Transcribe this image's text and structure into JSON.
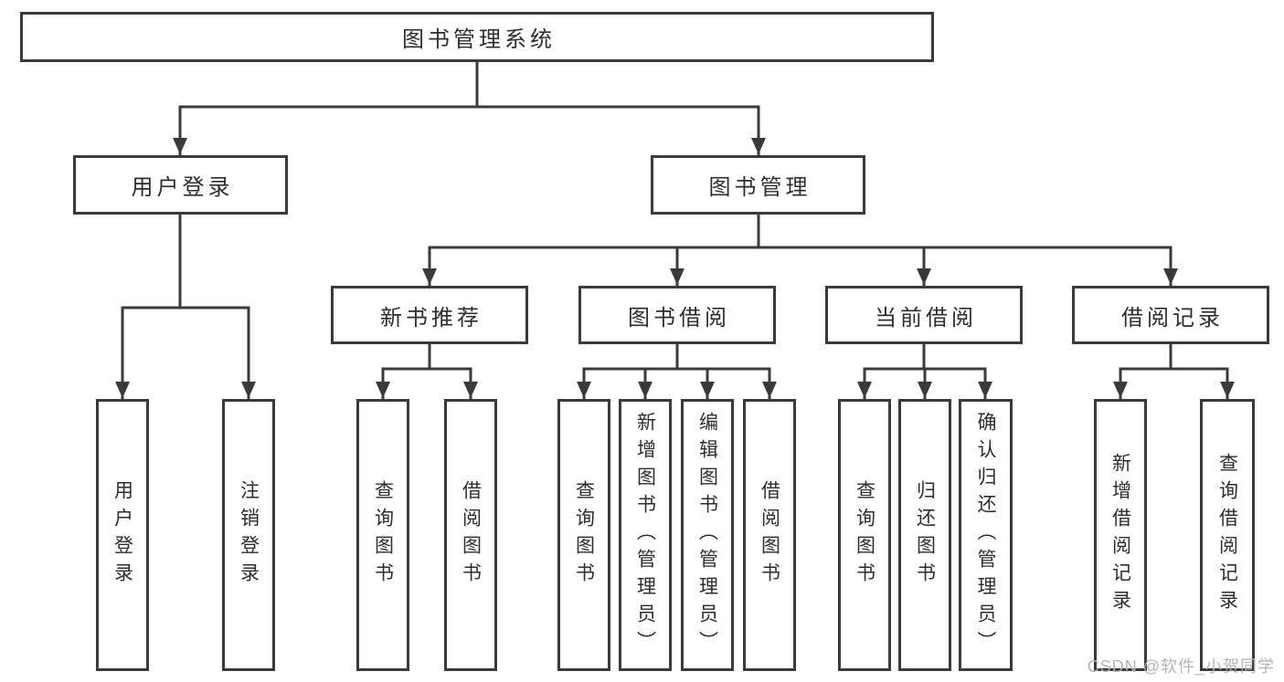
{
  "colors": {
    "line": "#3a3a3a",
    "text": "#2d2d2d",
    "background": "#ffffff",
    "watermark": "#b4b4b4"
  },
  "watermark": {
    "text": "CSDN @软件_小贺同学"
  },
  "tree": {
    "root": {
      "label": "图书管理系统",
      "children": [
        {
          "label": "用户登录",
          "children": [
            {
              "label": "用户登录"
            },
            {
              "label": "注销登录"
            }
          ]
        },
        {
          "label": "图书管理",
          "children": [
            {
              "label": "新书推荐",
              "children": [
                {
                  "label": "查询图书"
                },
                {
                  "label": "借阅图书"
                }
              ]
            },
            {
              "label": "图书借阅",
              "children": [
                {
                  "label": "查询图书"
                },
                {
                  "label": "新增图书（管理员）"
                },
                {
                  "label": "编辑图书（管理员）"
                },
                {
                  "label": "借阅图书"
                }
              ]
            },
            {
              "label": "当前借阅",
              "children": [
                {
                  "label": "查询图书"
                },
                {
                  "label": "归还图书"
                },
                {
                  "label": "确认归还（管理员）"
                }
              ]
            },
            {
              "label": "借阅记录",
              "children": [
                {
                  "label": "新增借阅记录"
                },
                {
                  "label": "查询借阅记录"
                }
              ]
            }
          ]
        }
      ]
    }
  }
}
